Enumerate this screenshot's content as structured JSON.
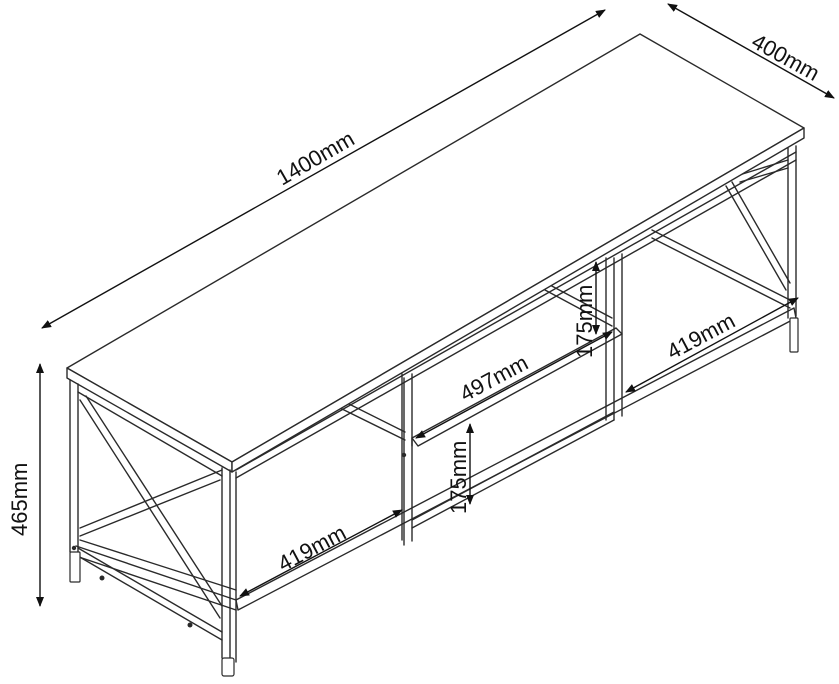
{
  "dimensions": {
    "length": "1400mm",
    "depth": "400mm",
    "height": "465mm",
    "left_shelf_width": "419mm",
    "right_shelf_width": "419mm",
    "middle_shelf_width": "497mm",
    "middle_upper_height": "175mm",
    "middle_lower_height": "175mm"
  },
  "colors": {
    "line": "#2a2a2a",
    "arrow": "#111111",
    "background": "#ffffff"
  }
}
